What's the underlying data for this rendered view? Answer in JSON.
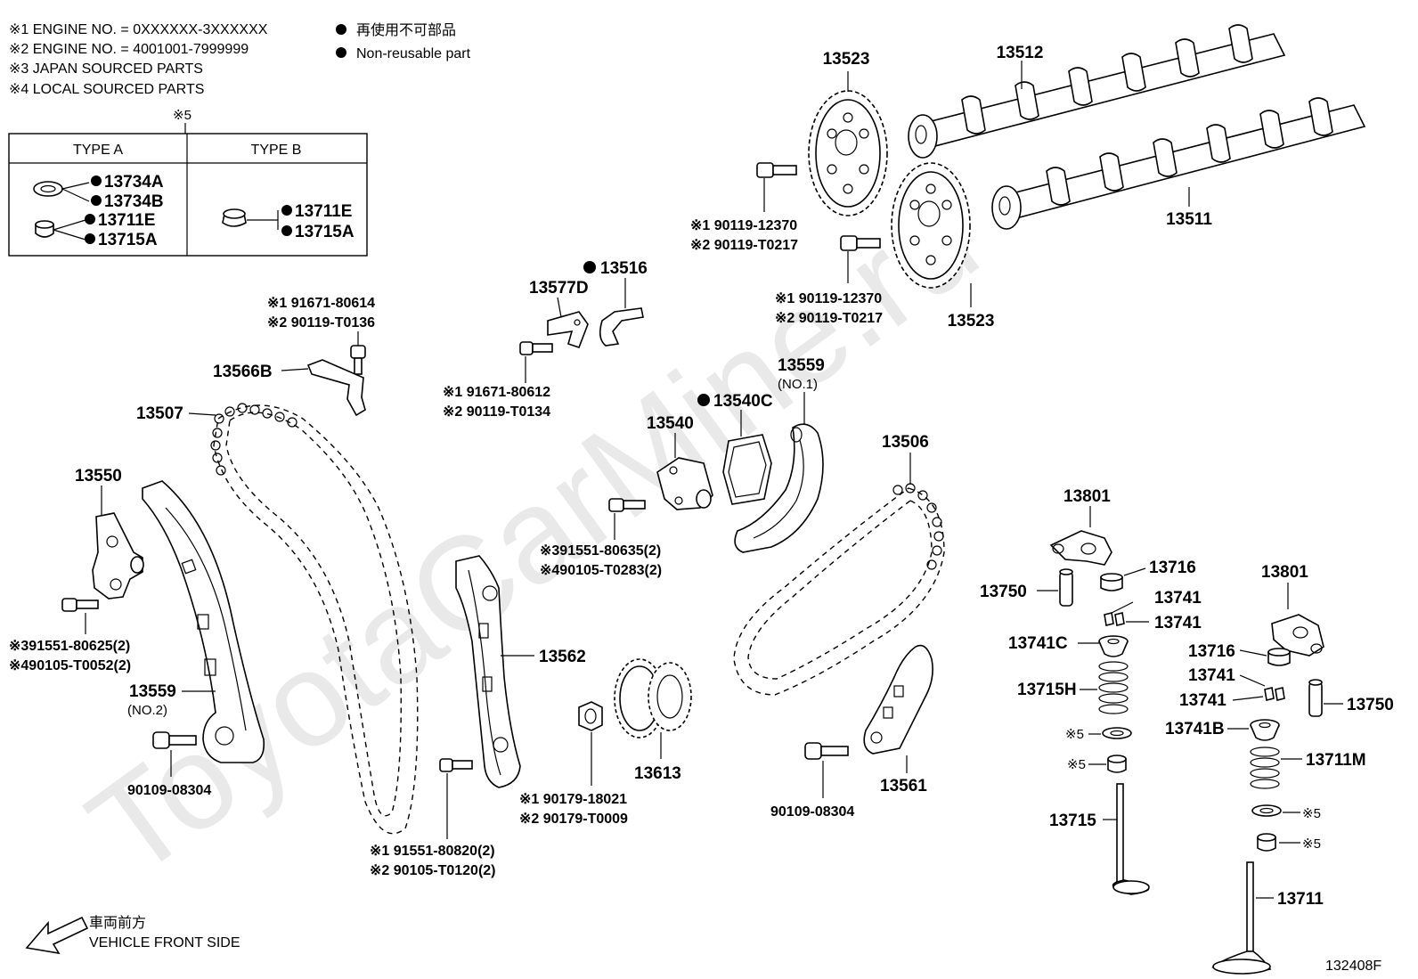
{
  "notes": {
    "n1": "※1  ENGINE NO. = 0XXXXXX-3XXXXXX",
    "n2": "※2  ENGINE NO. = 4001001-7999999",
    "n3": "※3  JAPAN SOURCED PARTS",
    "n4": "※4  LOCAL SOURCED PARTS"
  },
  "legend": {
    "jp": "再使用不可部品",
    "en": "Non-reusable part"
  },
  "type_table": {
    "marker": "※5",
    "type_a": "TYPE A",
    "type_b": "TYPE B",
    "a_parts": [
      "13734A",
      "13734B",
      "13711E",
      "13715A"
    ],
    "b_parts": [
      "13711E",
      "13715A"
    ]
  },
  "labels": {
    "l13523a": "13523",
    "l13512": "13512",
    "l13511": "13511",
    "l13523b": "13523",
    "cam1_1": "※1  90119-12370",
    "cam1_2": "※2  90119-T0217",
    "cam2_1": "※1  90119-12370",
    "cam2_2": "※2  90119-T0217",
    "l13516": "13516",
    "l13577d": "13577D",
    "b577_1": "※1  91671-80612",
    "b577_2": "※2  90119-T0134",
    "b566_1": "※1  91671-80614",
    "b566_2": "※2  90119-T0136",
    "l13566b": "13566B",
    "l13507": "13507",
    "l13550": "13550",
    "b550_1": "※391551-80625(2)",
    "b550_2": "※490105-T0052(2)",
    "l13559b": "13559",
    "l13559b_sub": "(NO.2)",
    "l90109a": "90109-08304",
    "l13559a": "13559",
    "l13559a_sub": "(NO.1)",
    "l13540c": "13540C",
    "l13540": "13540",
    "b540_1": "※391551-80635(2)",
    "b540_2": "※490105-T0283(2)",
    "l13562": "13562",
    "l13613": "13613",
    "b613_1": "※1  90179-18021",
    "b613_2": "※2  90179-T0009",
    "b562_1": "※1  91551-80820(2)",
    "b562_2": "※2  90105-T0120(2)",
    "l13506": "13506",
    "l13561": "13561",
    "l90109b": "90109-08304",
    "l13801a": "13801",
    "l13716a": "13716",
    "l13750a": "13750",
    "l13741a": "13741",
    "l13741b": "13741",
    "l13741c": "13741C",
    "l13715h": "13715H",
    "s5a": "※5",
    "s5b": "※5",
    "l13715": "13715",
    "l13801b": "13801",
    "l13716b": "13716",
    "l13741d": "13741",
    "l13741e": "13741",
    "l13750b": "13750",
    "l13741bb": "13741B",
    "l13711m": "13711M",
    "s5c": "※5",
    "s5d": "※5",
    "l13711": "13711"
  },
  "direction": {
    "jp": "車両前方",
    "en": "VEHICLE FRONT SIDE"
  },
  "figure_id": "132408F",
  "watermark": "ToyotaCarMine.ru"
}
